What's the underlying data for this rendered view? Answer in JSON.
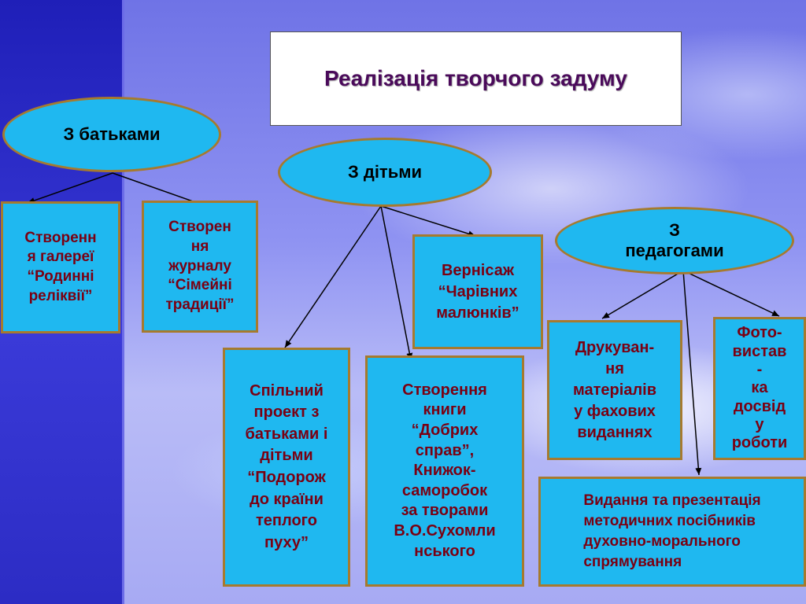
{
  "title": "Реалізація творчого задуму",
  "groups": {
    "parents": "З батьками",
    "children": "З дітьми",
    "teachers": "З\nпедагогами"
  },
  "boxes": {
    "gallery": "Створенн\nя галереї\n“Родинні\nреліквії”",
    "journal": "Створен\nня\nжурналу\n“Сімейні\nтрадиції”",
    "joint_project": "Спільний\nпроект з\nбатьками і\nдітьми\n“Подорож\nдо країни\nтеплого\nпуху”",
    "book": "Створення\nкниги\n“Добрих\nсправ”,\nКнижок-\nсаморобок\nза творами\nВ.О.Сухомли\nнського",
    "vernissage": "Вернісаж\n“Чарівних\nмалюнків”",
    "printing": "Друкуван-\nня\nматеріалів\nу фахових\nвиданнях",
    "photo_exhibition": "Фото-\nвистав\n-\nка\nдосвід\nу\nроботи",
    "publication": "Видання та презентація\nметодичних посібників\nдуховно-морального\nспрямування"
  }
}
